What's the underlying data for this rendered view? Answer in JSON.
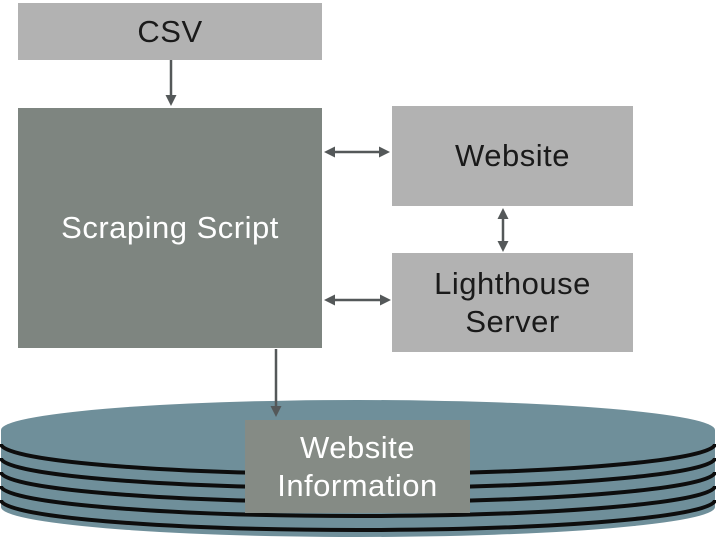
{
  "diagram": {
    "nodes": {
      "csv": {
        "label": "CSV"
      },
      "scraping_script": {
        "label": "Scraping Script"
      },
      "website": {
        "label": "Website"
      },
      "lighthouse_server": {
        "label": "Lighthouse Server"
      },
      "website_information": {
        "label": "Website Information"
      }
    },
    "edges": [
      {
        "from": "csv",
        "to": "scraping_script",
        "direction": "one-way"
      },
      {
        "from": "scraping_script",
        "to": "website",
        "direction": "two-way"
      },
      {
        "from": "scraping_script",
        "to": "lighthouse_server",
        "direction": "two-way"
      },
      {
        "from": "website",
        "to": "lighthouse_server",
        "direction": "two-way"
      },
      {
        "from": "scraping_script",
        "to": "website_information",
        "direction": "one-way"
      }
    ],
    "colors": {
      "light_box": "#b2b2b2",
      "dark_box": "#7e8580",
      "info_box": "#858b85",
      "database_fill": "#6f8f9a",
      "database_line": "#0d0d0d",
      "arrow": "#545859",
      "text_dark": "#1a1a1a",
      "text_light": "#ffffff",
      "background": "#ffffff"
    }
  }
}
